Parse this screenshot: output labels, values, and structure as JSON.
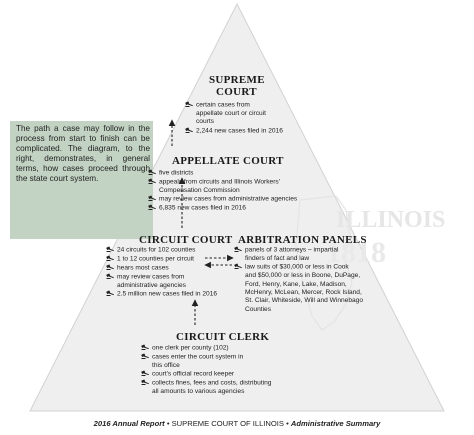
{
  "colors": {
    "triangle_fill": "#efefef",
    "triangle_stroke": "#d0d0d0",
    "callout_bg": "#c3d3c3",
    "watermark": "#e7e7e7",
    "text": "#1a1a1a"
  },
  "bullet_icon": "gavel-icon",
  "watermark_text": "ILLINOIS",
  "callout": "The path a case may follow in the process from start to finish can be complicated. The diagram, to the right, demonstrates, in general terms, how cases proceed through the state court system.",
  "supreme_court": {
    "title_line1": "SUPREME",
    "title_line2": "COURT",
    "items": [
      [
        "certain cases from",
        "appellate court or circuit",
        "courts"
      ],
      [
        "2,244 new cases filed in 2016"
      ]
    ]
  },
  "appellate_court": {
    "title": "APPELLATE COURT",
    "items": [
      [
        "five districts"
      ],
      [
        "appeals from circuits and Illinois Workers'",
        "Compensation Commission"
      ],
      [
        "may review cases from administrative agencies"
      ],
      [
        "6,835 new cases filed in 2016"
      ]
    ]
  },
  "circuit_court": {
    "title": "CIRCUIT COURT",
    "items": [
      [
        "24 circuits for 102 counties"
      ],
      [
        "1 to 12 counties per circuit"
      ],
      [
        "hears most cases"
      ],
      [
        "may review cases from",
        "administrative agencies"
      ],
      [
        "2.5 million new cases filed in 2016"
      ]
    ]
  },
  "arbitration_panels": {
    "title": "ARBITRATION PANELS",
    "items": [
      [
        "panels of 3 attorneys – impartial",
        "finders of fact and law"
      ],
      [
        "law suits of $30,000 or less in Cook",
        "and $50,000 or less in Boone, DuPage,",
        "Ford, Henry, Kane, Lake, Madison,",
        "McHenry, McLean, Mercer, Rock Island,",
        "St. Clair, Whiteside, Will and Winnebago",
        "Counties"
      ]
    ]
  },
  "circuit_clerk": {
    "title": "CIRCUIT CLERK",
    "items": [
      [
        "one clerk per county (102)"
      ],
      [
        "cases enter the court system in",
        "this office"
      ],
      [
        "court's official record keeper"
      ],
      [
        "collects fines, fees and costs, distributing",
        "all amounts to various agencies"
      ]
    ]
  },
  "footer": {
    "year_report": "2016 Annual Report",
    "sep1": " • ",
    "court": "SUPREME COURT OF ILLINOIS",
    "sep2": " • ",
    "summary": "Administrative Summary"
  }
}
